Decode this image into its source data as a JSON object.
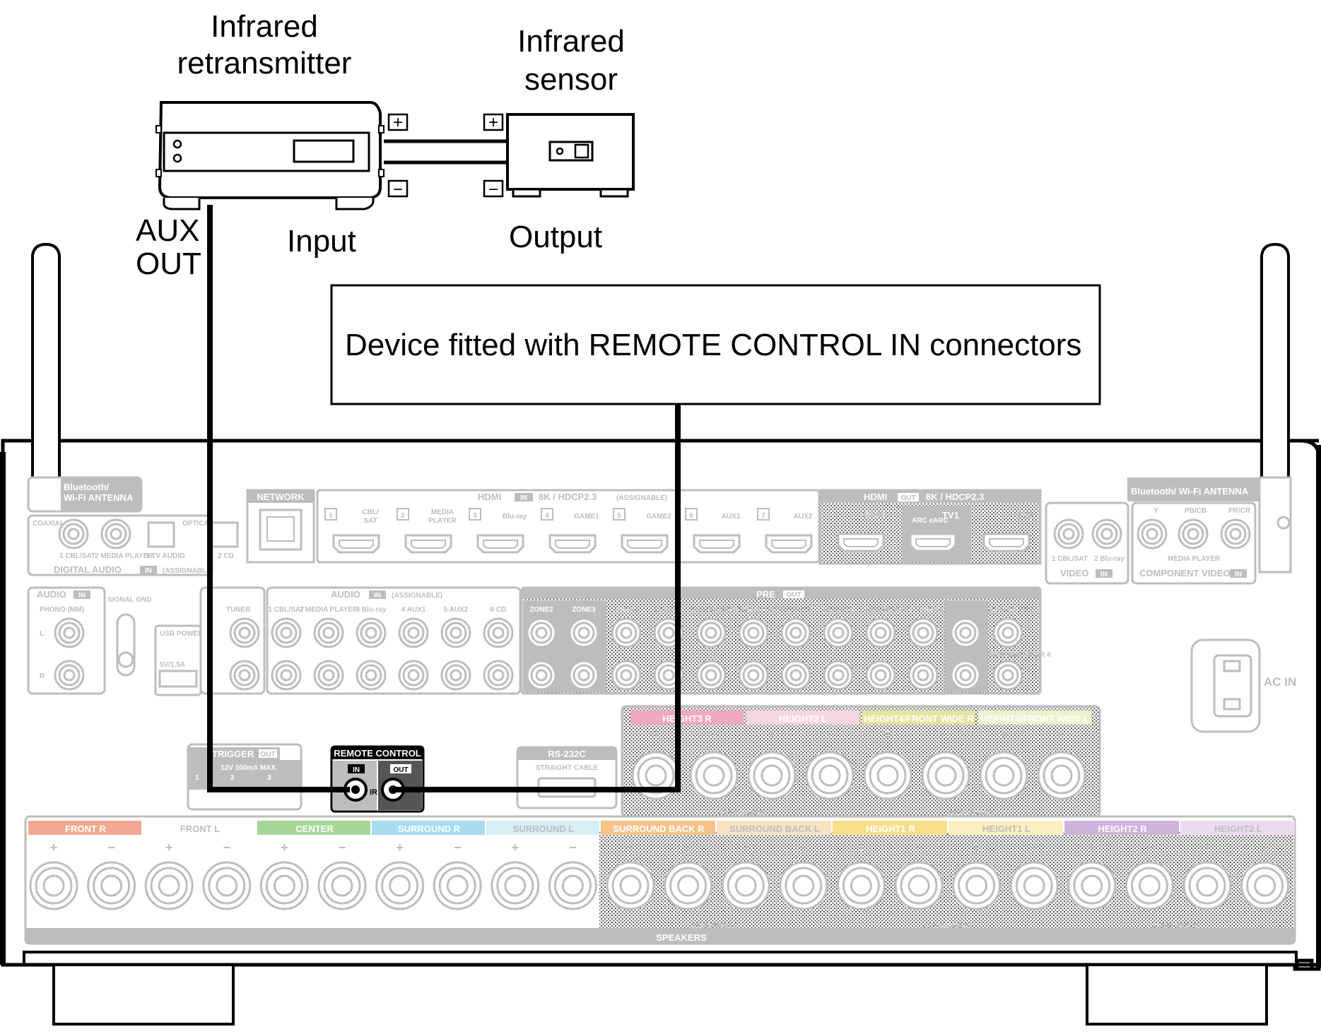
{
  "labels": {
    "retransmitter_line1": "Infrared",
    "retransmitter_line2": "retransmitter",
    "sensor_line1": "Infrared",
    "sensor_line2": "sensor",
    "aux_line1": "AUX",
    "aux_line2": "OUT",
    "input": "Input",
    "output": "Output",
    "device_box": "Device fitted with REMOTE CONTROL IN connectors",
    "plus": "+",
    "minus": "−"
  },
  "receiver": {
    "bt_antenna_left": [
      "Bluetooth/",
      "Wi-Fi ANTENNA"
    ],
    "bt_antenna_right": "Bluetooth/ Wi-Fi ANTENNA",
    "network": "NETWORK",
    "hdmi_in": "HDMI",
    "hdmi_in_spec": "8K / HDCP2.3",
    "assignable_paren": "(ASSIGNABLE)",
    "hdmi_inputs": [
      {
        "num": "1",
        "name": "CBL/ SAT"
      },
      {
        "num": "2",
        "name": "MEDIA PLAYER"
      },
      {
        "num": "3",
        "name": "Blu-ray"
      },
      {
        "num": "4",
        "name": "GAME1"
      },
      {
        "num": "5",
        "name": "GAME2"
      },
      {
        "num": "6",
        "name": "AUX1"
      },
      {
        "num": "7",
        "name": "AUX2"
      }
    ],
    "hdmi_out": "HDMI",
    "hdmi_out_spec": "8K / HDCP2.3",
    "hdmi_out_ports": [
      "ZONE2",
      "ARC eARC",
      "TV1",
      "TV2"
    ],
    "in_badge": "IN",
    "out_badge": "OUT",
    "digital_audio": "DIGITAL AUDIO",
    "coaxial": "COAXIAL",
    "optical": "OPTICAL",
    "digital_inputs": [
      "1 CBL/SAT",
      "2 MEDIA PLAYER",
      "1 TV AUDIO",
      "2 CD"
    ],
    "audio_in_phono": "AUDIO",
    "phono": "PHONO (MM)",
    "signal_gnd": "SIGNAL GND",
    "usb": "USB POWER ONLY",
    "usb_rating": "5V/1.5A",
    "tuner": "TUNER",
    "audio_in": "AUDIO",
    "audio_inputs": [
      "1 CBL/SAT",
      "2 MEDIA PLAYER",
      "3 Blu-ray",
      "4 AUX1",
      "5 AUX2",
      "6 CD"
    ],
    "pre_out": "PRE",
    "pre_outputs": [
      "ZONE2",
      "ZONE3",
      "FRONT",
      "CENTER",
      "SURROUND",
      "SURROUND BACK",
      "HEIGHT1",
      "HEIGHT2",
      "HEIGHT3",
      "HEIGHT4/ FRONT WIDE",
      "SUBWOOFER 1",
      "SUBWOOFER 2"
    ],
    "subwoofer_lower": [
      "SUBWOOFER 3",
      "SUBWOOFER 4"
    ],
    "video_in": "VIDEO",
    "video_inputs": [
      "1 CBL/SAT",
      "2 Blu-ray"
    ],
    "component": "COMPONENT VIDEO",
    "component_labels": [
      "Y",
      "PB/CB",
      "PR/CR"
    ],
    "media_player": "MEDIA PLAYER",
    "ac_in": "AC IN",
    "trigger": "TRIGGER",
    "trigger_spec": "12V 100mA MAX.",
    "trigger_ports": [
      "1",
      "2",
      "3"
    ],
    "remote_control": "REMOTE CONTROL",
    "remote_in": "IN",
    "remote_out": "OUT",
    "ir": "IR",
    "rs232c": "RS-232C",
    "straight_cable": "STRAIGHT CABLE",
    "upper_speaker_groups": [
      "HEIGHT3",
      "HEIGHT3",
      "HEIGHT4/FRONT WIDE",
      "HEIGHT4/FRONT WIDE"
    ],
    "lower_speaker_groups": [
      "FRONT",
      "FRONT",
      "CENTER",
      "SURROUND",
      "SURROUND",
      "SURROUND BACK",
      "SURROUND BACK",
      "HEIGHT1",
      "HEIGHT1",
      "HEIGHT2",
      "HEIGHT2"
    ],
    "assignable": "ASSIGNABLE",
    "speakers": "SPEAKERS",
    "ch_r": "R",
    "ch_l": "L"
  },
  "colors": {
    "front_r": "#f3a893",
    "center": "#a8d69a",
    "surround_r": "#a9dcef",
    "surround_back_r": "#f4c388",
    "height1_r": "#f7de8a",
    "height1_l": "#faf0c0",
    "height2_r": "#cfb3dc",
    "height2_l": "#e9dcef",
    "height3_r": "#f1a9be",
    "height3_l": "#f8d6e0",
    "height4_r": "#e1e6a0",
    "height4_l": "#eef1cc",
    "panel_gray": "#c8c8c8"
  }
}
